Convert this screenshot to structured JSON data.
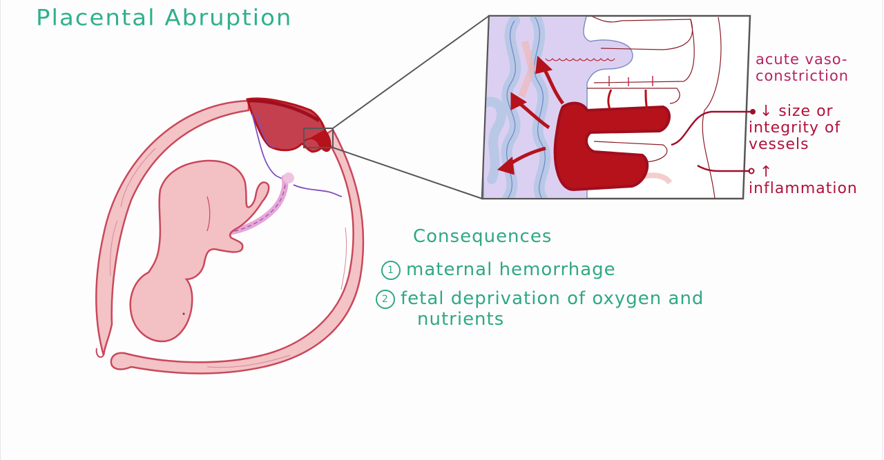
{
  "title": "Placental Abruption",
  "inset_labels": {
    "vasoconstriction_line1": "acute vaso-",
    "vasoconstriction_line2": "constriction",
    "vessels_line1": "↓ size or",
    "vessels_line2": "integrity of",
    "vessels_line3": "vessels",
    "inflammation_line1": "↑",
    "inflammation_line2": "inflammation"
  },
  "consequences": {
    "heading": "Consequences",
    "items": [
      {
        "number": "1",
        "text": "maternal hemorrhage"
      },
      {
        "number": "2",
        "text": "fetal deprivation of oxygen and",
        "text_cont": "nutrients"
      }
    ]
  },
  "illustration": {
    "main": "uterus-with-fetus-and-separated-placenta",
    "inset": "magnified-placenta-uterine-wall-interface",
    "colors": {
      "uterine_wall": "#f3c3c6",
      "outline": "#c9475a",
      "hematoma": "#b5121b",
      "placenta_inset_bg": "#dcd0f2",
      "vessels": "#b9c8e6",
      "membrane": "#7b4fc4",
      "inset_frame": "#555555",
      "title_green": "#2fb08c",
      "label_red": "#b0123a",
      "label_magenta": "#b42361"
    }
  }
}
